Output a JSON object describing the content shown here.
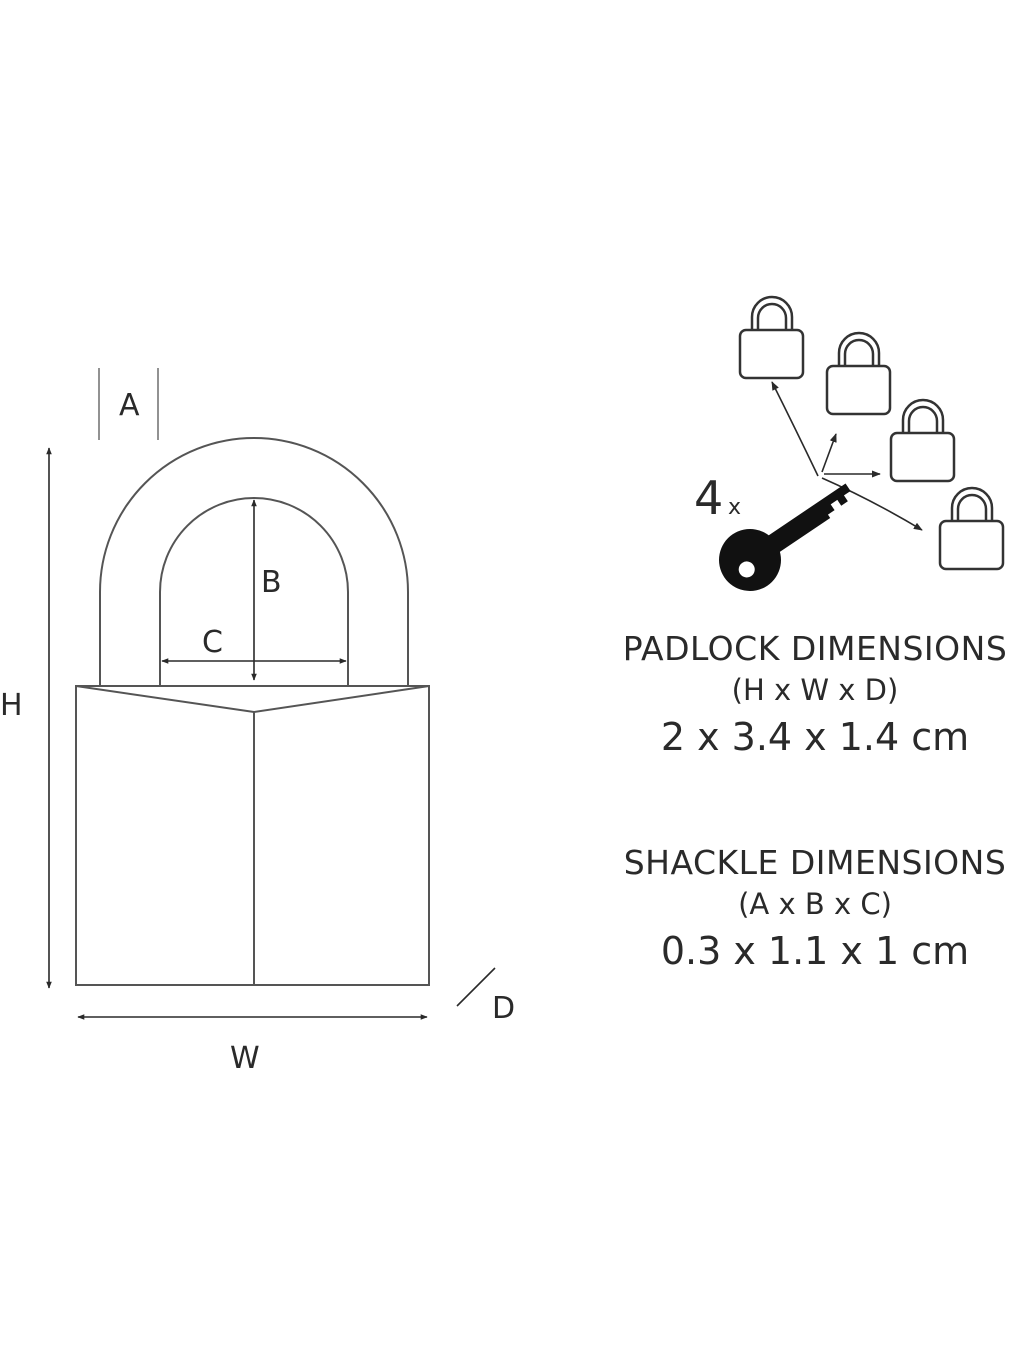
{
  "labels": {
    "a": "A",
    "b": "B",
    "c": "C",
    "d": "D",
    "h": "H",
    "w": "W"
  },
  "keys": {
    "count": "4",
    "suffix": "x"
  },
  "padlock": {
    "heading": "PADLOCK DIMENSIONS",
    "formula": "(H x W x D)",
    "value": "2 x 3.4 x 1.4 cm"
  },
  "shackle": {
    "heading": "SHACKLE DIMENSIONS",
    "formula": "(A x B x C)",
    "value": "0.3 x 1.1 x 1 cm"
  },
  "icons": [
    "padlock-icon",
    "key-icon"
  ]
}
